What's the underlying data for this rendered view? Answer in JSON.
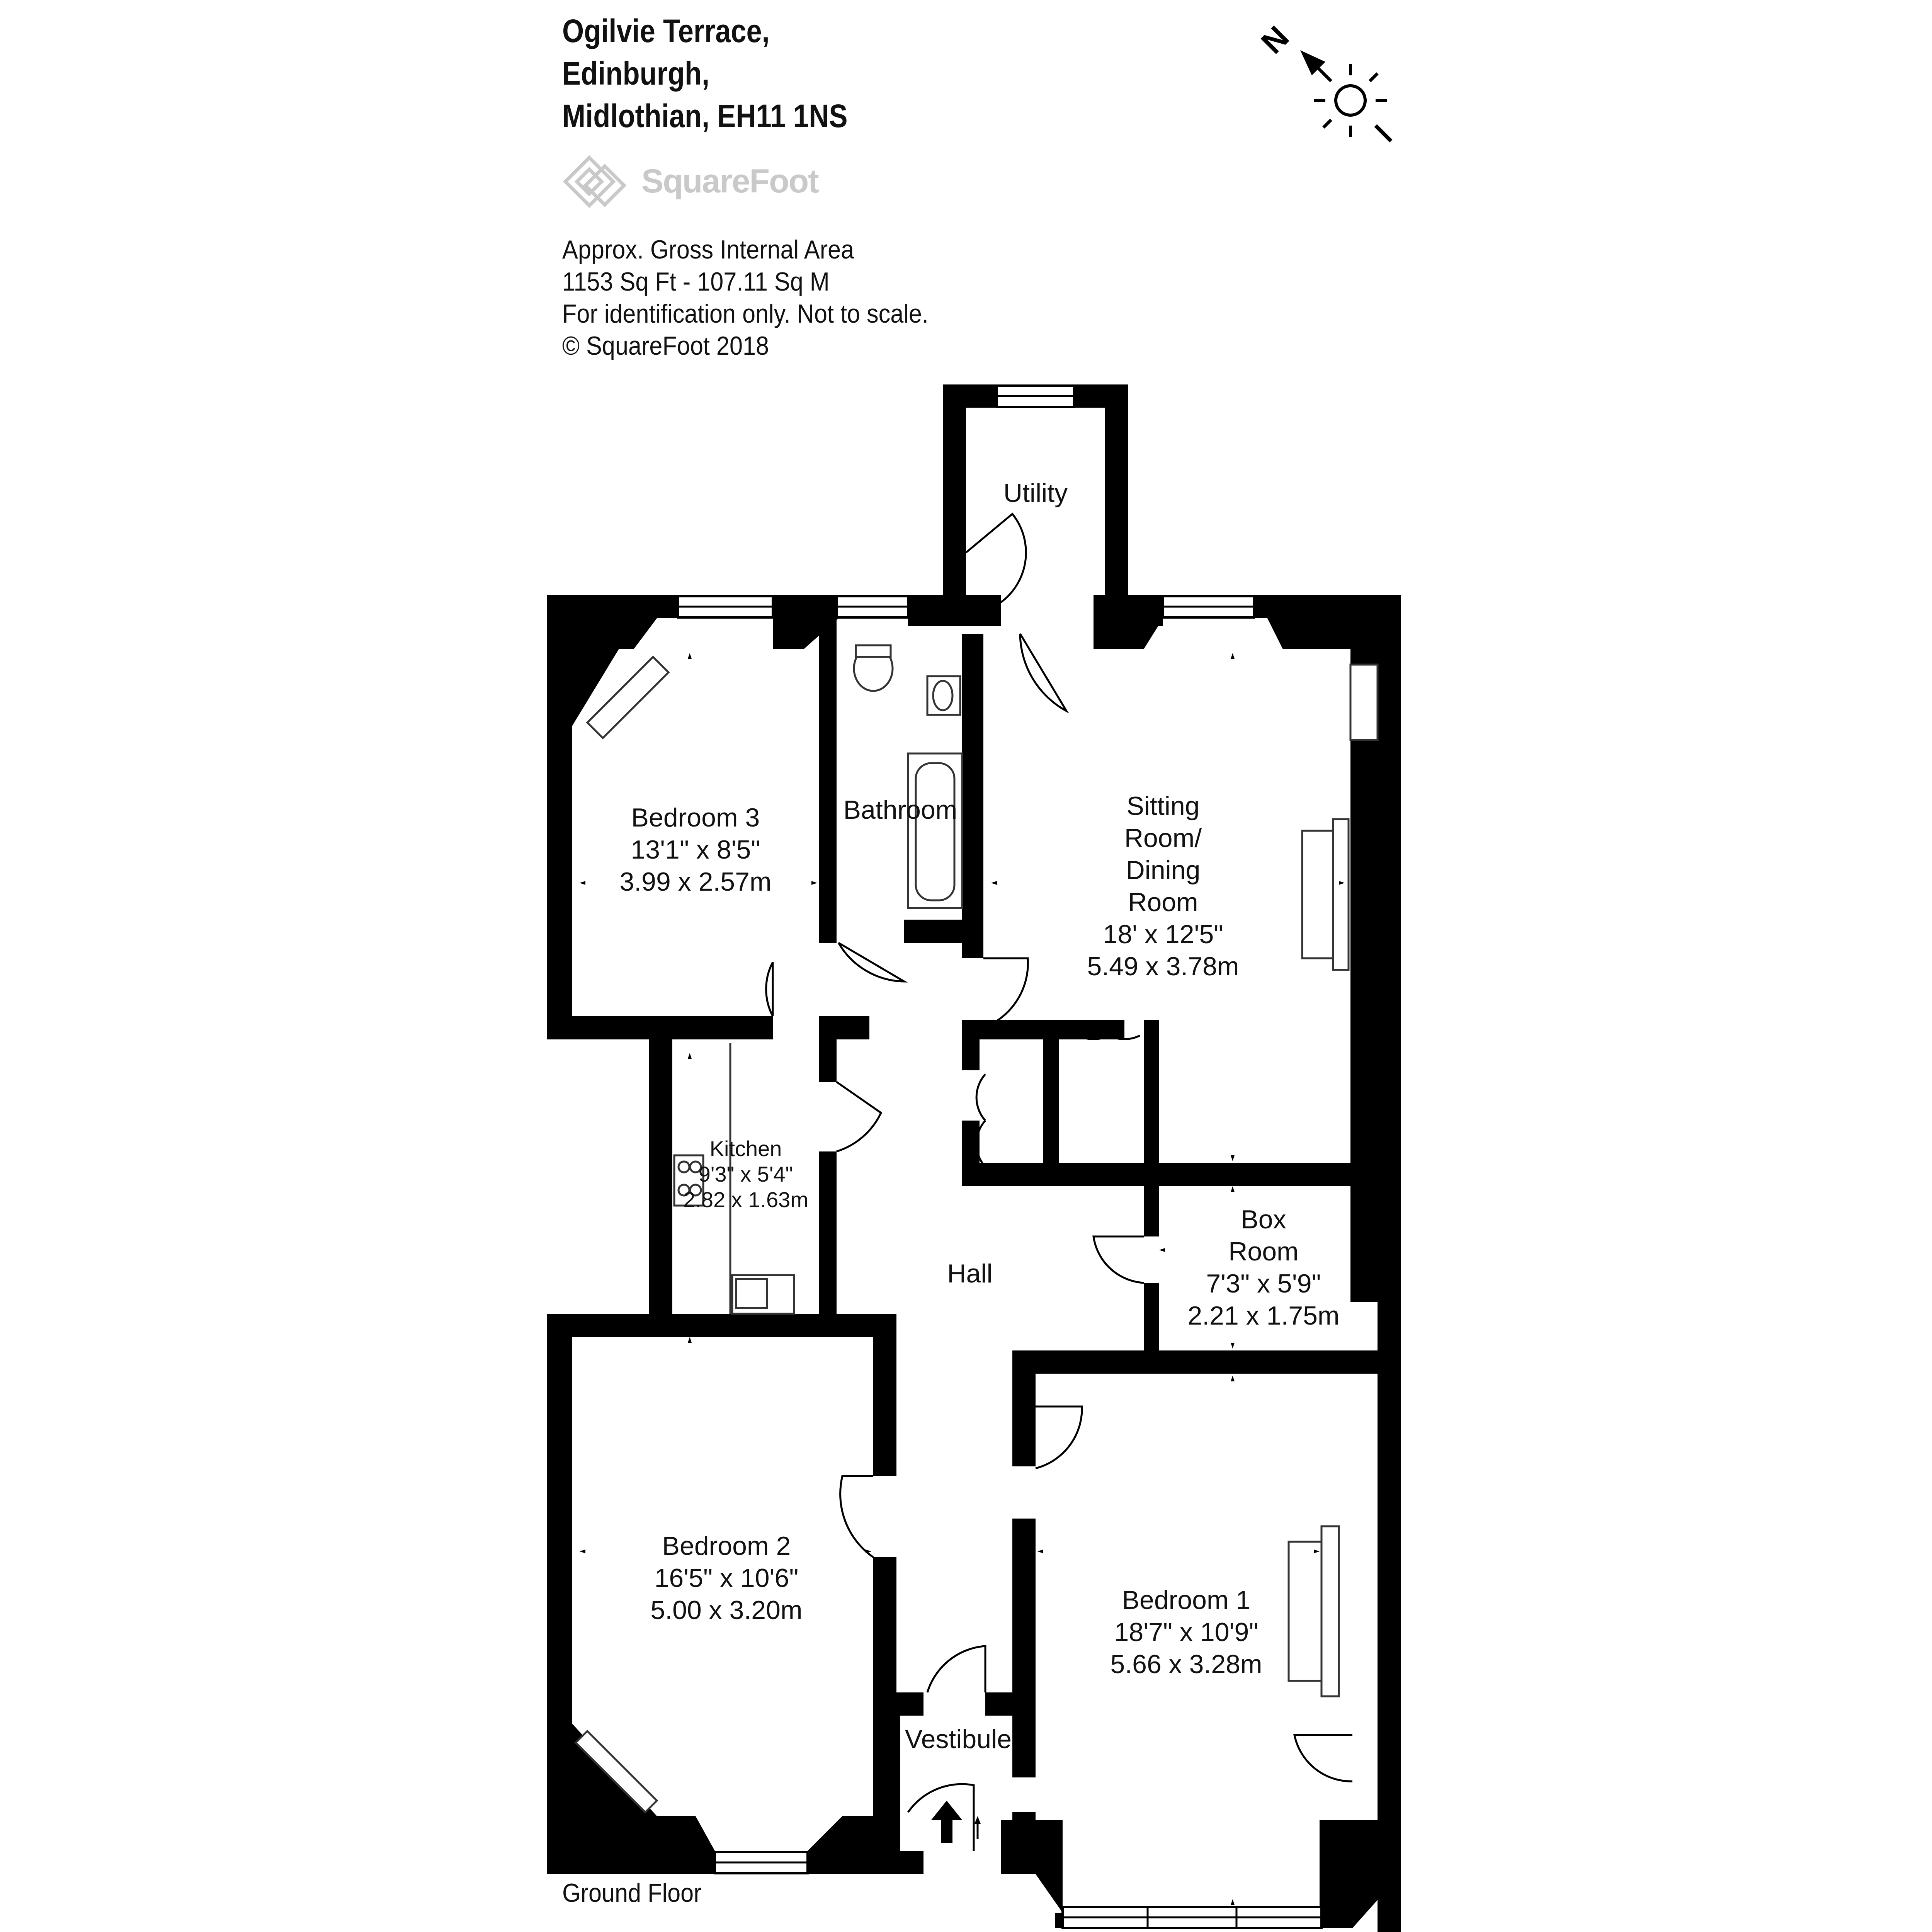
{
  "address": [
    "Ogilvie Terrace,",
    "Edinburgh,",
    "Midlothian, EH11 1NS"
  ],
  "logo": {
    "text": "SquareFoot"
  },
  "info": [
    "Approx. Gross Internal Area",
    "1153 Sq Ft  -  107.11 Sq M",
    "For identification only. Not to scale.",
    "© SquareFoot 2018"
  ],
  "compass": {
    "north_label": "N"
  },
  "rooms": {
    "utility": {
      "name": "Utility"
    },
    "bedroom3": {
      "name": "Bedroom 3",
      "imperial": "13'1\" x 8'5\"",
      "metric": "3.99 x 2.57m"
    },
    "bathroom": {
      "name": "Bathroom"
    },
    "sitting": {
      "name_1": "Sitting",
      "name_2": "Room/",
      "name_3": "Dining",
      "name_4": "Room",
      "imperial": "18' x 12'5\"",
      "metric": "5.49 x 3.78m"
    },
    "kitchen": {
      "name": "Kitchen",
      "imperial": "9'3\" x 5'4\"",
      "metric": "2.82 x 1.63m"
    },
    "hall": {
      "name": "Hall"
    },
    "boxroom": {
      "name_1": "Box",
      "name_2": "Room",
      "imperial": "7'3\" x 5'9\"",
      "metric": "2.21 x 1.75m"
    },
    "bedroom2": {
      "name": "Bedroom 2",
      "imperial": "16'5\" x 10'6\"",
      "metric": "5.00 x 3.20m"
    },
    "bedroom1": {
      "name": "Bedroom 1",
      "imperial": "18'7\" x 10'9\"",
      "metric": "5.66 x 3.28m"
    },
    "vestibule": {
      "name": "Vestibule"
    }
  },
  "floor_label": "Ground Floor",
  "colors": {
    "wall": "#000000",
    "text": "#111111",
    "logo": "#c9c9c9",
    "fixture_stroke": "#333333"
  }
}
